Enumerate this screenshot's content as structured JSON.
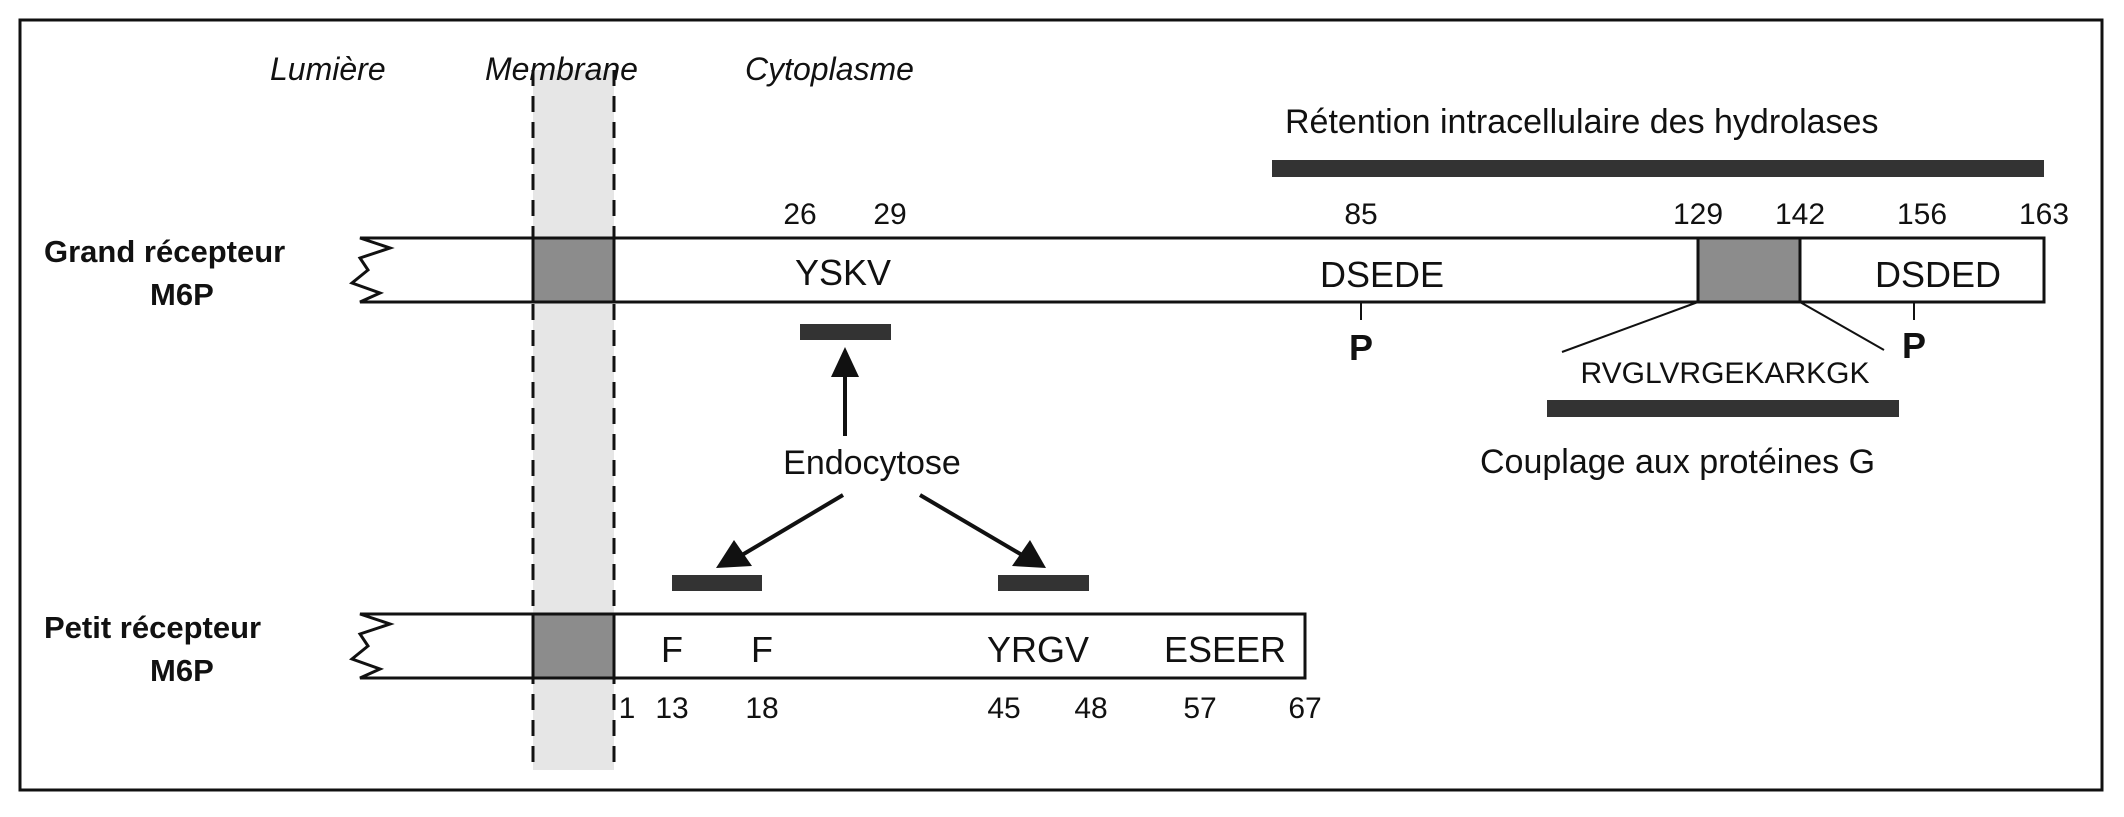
{
  "colors": {
    "frame": "#111111",
    "tm_domain": "#8c8c8c",
    "membrane_band": "#e6e6e6",
    "bar": "#333333"
  },
  "headers": {
    "lumen": "Lumière",
    "membrane": "Membrane",
    "cytoplasm": "Cytoplasme"
  },
  "large_receptor": {
    "label_line1": "Grand récepteur",
    "label_line2": "M6P",
    "positions": [
      "26",
      "29",
      "85",
      "129",
      "142",
      "156",
      "163"
    ],
    "motifs": {
      "yskv": "YSKV",
      "dsede": "DSEDE",
      "dsded": "DSDED"
    },
    "phospho_1": "P",
    "phospho_2": "P",
    "sequence": "RVGLVRGEKARKGK",
    "retention_label": "Rétention intracellulaire des hydrolases",
    "gprotein_label": "Couplage aux protéines G"
  },
  "endocytosis_label": "Endocytose",
  "small_receptor": {
    "label_line1": "Petit récepteur",
    "label_line2": "M6P",
    "positions": [
      "1",
      "13",
      "18",
      "45",
      "48",
      "57",
      "67"
    ],
    "motifs": {
      "f1": "F",
      "f2": "F",
      "yrgv": "YRGV",
      "eseer": "ESEER"
    }
  }
}
